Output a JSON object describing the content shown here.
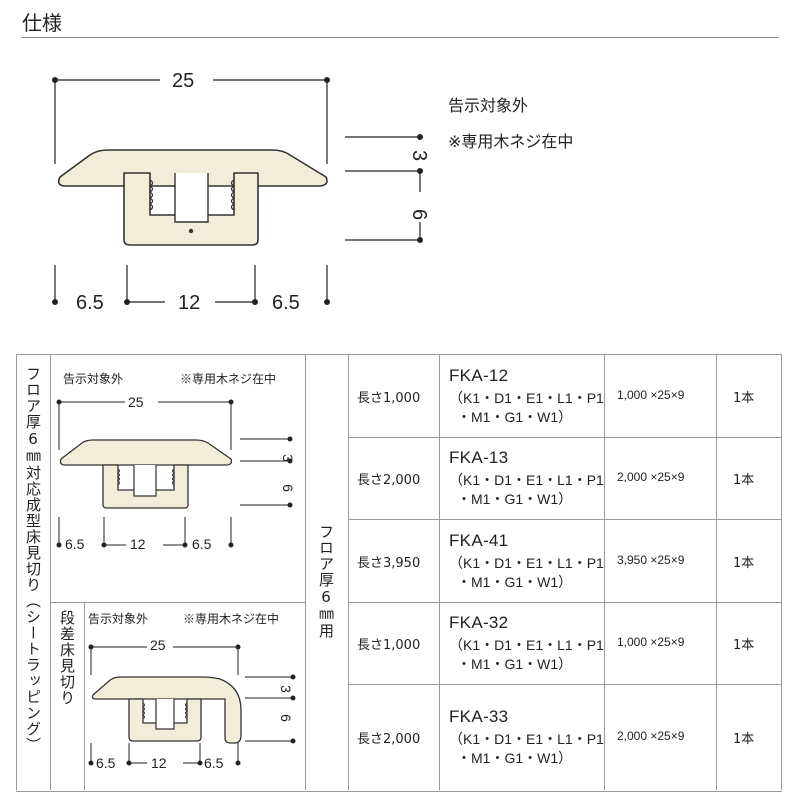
{
  "heading": "仕様",
  "top_diagram": {
    "width_label": "25",
    "top_h_label": "3",
    "bottom_h_label": "6",
    "seg_left": "6.5",
    "seg_mid": "12",
    "seg_right": "6.5",
    "note1": "告示対象外",
    "note2": "※専用木ネジ在中"
  },
  "table": {
    "category_main": "フロア厚6㎜対応成型床見切り（シートラッピング）",
    "category_step": "段差床見切り",
    "floor_label": "フロア厚6㎜用",
    "section1": {
      "note1": "告示対象外",
      "note2": "※専用木ネジ在中",
      "width": "25",
      "h1": "3",
      "h2": "6",
      "s1": "6.5",
      "s2": "12",
      "s3": "6.5"
    },
    "section2": {
      "note1": "告示対象外",
      "note2": "※専用木ネジ在中",
      "width": "25",
      "h1": "3",
      "h2": "6",
      "s1": "6.5",
      "s2": "12",
      "s3": "6.5"
    },
    "rows": [
      {
        "length": "長さ1,000",
        "code": "FKA-12",
        "variants1": "（K1・D1・E1・L1・P1",
        "variants2": "・M1・G1・W1）",
        "size": "1,000 ×25×9",
        "qty": "1本"
      },
      {
        "length": "長さ2,000",
        "code": "FKA-13",
        "variants1": "（K1・D1・E1・L1・P1",
        "variants2": "・M1・G1・W1）",
        "size": "2,000 ×25×9",
        "qty": "1本"
      },
      {
        "length": "長さ3,950",
        "code": "FKA-41",
        "variants1": "（K1・D1・E1・L1・P1",
        "variants2": "・M1・G1・W1）",
        "size": "3,950 ×25×9",
        "qty": "1本"
      },
      {
        "length": "長さ1,000",
        "code": "FKA-32",
        "variants1": "（K1・D1・E1・L1・P1",
        "variants2": "・M1・G1・W1）",
        "size": "1,000 ×25×9",
        "qty": "1本"
      },
      {
        "length": "長さ2,000",
        "code": "FKA-33",
        "variants1": "（K1・D1・E1・L1・P1",
        "variants2": "・M1・G1・W1）",
        "size": "2,000 ×25×9",
        "qty": "1本"
      }
    ]
  }
}
